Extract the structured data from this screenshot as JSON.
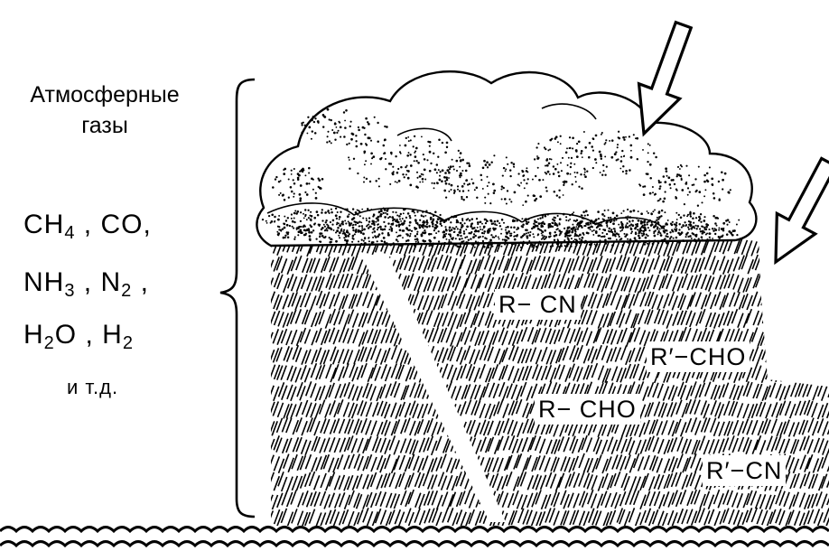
{
  "title_lines": [
    "Атмосферные",
    "газы"
  ],
  "gas_lines": [
    [
      {
        "t": "CH"
      },
      {
        "s": "4"
      },
      {
        "t": " ,  CO,"
      }
    ],
    [
      {
        "t": "NH"
      },
      {
        "s": "3"
      },
      {
        "t": " ,  N"
      },
      {
        "s": "2"
      },
      {
        "t": " ,"
      }
    ],
    [
      {
        "t": "H"
      },
      {
        "s": "2"
      },
      {
        "t": "O , H"
      },
      {
        "s": "2"
      }
    ]
  ],
  "etc_text": "и т.д.",
  "products": [
    "R− CN",
    "R′−CHO",
    "R− CHO",
    "R′−CN"
  ],
  "icons": [
    "arrow-down-left-icon",
    "arrow-down-left-icon",
    "cloud-icon",
    "rain-hatching",
    "lightning-bolt",
    "water-waves"
  ],
  "colors": {
    "ink": "#000000",
    "paper": "#ffffff"
  }
}
